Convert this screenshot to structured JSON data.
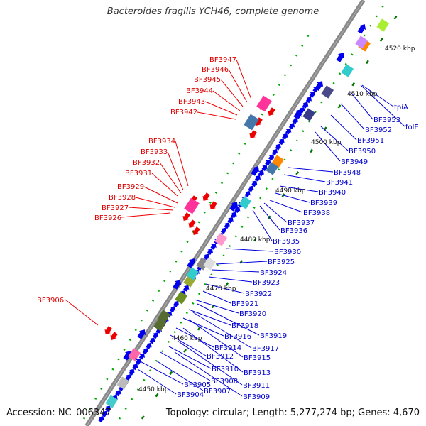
{
  "title": "Bacteroides fragilis YCH46, complete genome",
  "accession": "Accession: NC_006347",
  "topology": "Topology: circular; Length: 5,277,274 bp; Genes: 4,670",
  "ticks": [
    "4450 kbp",
    "4460 kbp",
    "4470 kbp",
    "4480 kbp",
    "4490 kbp",
    "4500 kbp",
    "4510 kbp",
    "4520 kbp"
  ],
  "reverse_labels": [
    "BF3906",
    "BF3926",
    "BF3927",
    "BF3928",
    "BF3929",
    "BF3931",
    "BF3932",
    "BF3933",
    "BF3934",
    "BF3942",
    "BF3943",
    "BF3944",
    "BF3945",
    "BF3946",
    "BF3947"
  ],
  "forward_labels": [
    "BF3904",
    "BF3905",
    "BF3907",
    "BF3908",
    "BF3909",
    "BF3910",
    "BF3911",
    "BF3912",
    "BF3913",
    "BF3914",
    "BF3915",
    "BF3916",
    "BF3917",
    "BF3918",
    "BF3919",
    "BF3920",
    "BF3921",
    "BF3922",
    "BF3923",
    "BF3924",
    "BF3925",
    "BF3930",
    "BF3935",
    "BF3936",
    "BF3937",
    "BF3938",
    "BF3939",
    "BF3940",
    "BF3941",
    "BF3948",
    "BF3949",
    "BF3950",
    "BF3951",
    "BF3952",
    "BF3953",
    "folE",
    "tpiA"
  ],
  "colors": {
    "forward_gene": "#0000ee",
    "reverse_gene": "#ee0000",
    "forward_label": "#0000cc",
    "reverse_label": "#dd0000",
    "backbone": "#888888",
    "gc_dot": "#009900"
  }
}
